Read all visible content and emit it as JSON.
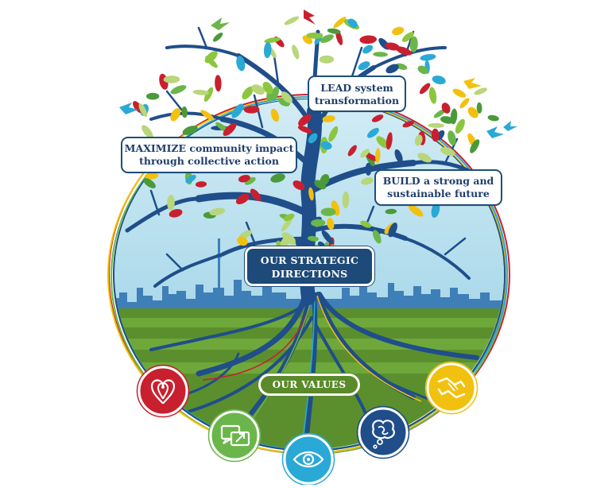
{
  "labels": {
    "lead": {
      "line1": "LEAD system",
      "line2": "transformation"
    },
    "maximize": {
      "line1": "MAXIMIZE community impact",
      "line2": "through collective action"
    },
    "build": {
      "line1": "BUILD a strong and",
      "line2": "sustainable future"
    },
    "strategic": {
      "line1": "OUR STRATEGIC",
      "line2": "DIRECTIONS"
    },
    "values": "OUR VALUES"
  },
  "value_icons": [
    {
      "name": "heart-location-icon",
      "color": "#c8202f"
    },
    {
      "name": "chat-arrow-icon",
      "color": "#6ab64a"
    },
    {
      "name": "eye-icon",
      "color": "#2aa9d6"
    },
    {
      "name": "thought-bubble-icon",
      "color": "#1f4e8a"
    },
    {
      "name": "handshake-icon",
      "color": "#f2c10f"
    }
  ],
  "colors": {
    "navy": "#1f4e79",
    "sky": "#bfe3f0",
    "grass": "#5b8f2e",
    "red": "#c8202f",
    "yellow": "#f2c10f",
    "green": "#6ab64a",
    "blue": "#2aa9d6"
  }
}
